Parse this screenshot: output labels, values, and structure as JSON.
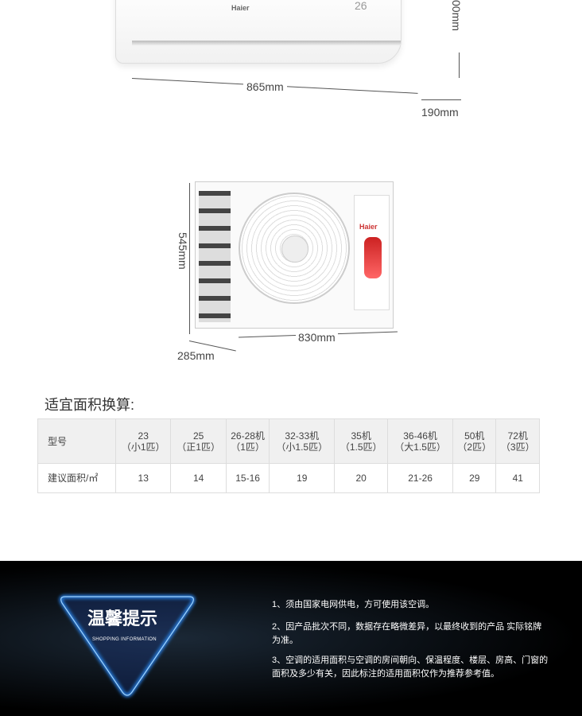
{
  "indoor": {
    "brand": "Haier",
    "display": "26",
    "height_dim": "00mm",
    "width_dim": "865mm",
    "depth_dim": "190mm"
  },
  "outdoor": {
    "brand": "Haier",
    "height_dim": "545mm",
    "width_dim": "830mm",
    "depth_dim": "285mm"
  },
  "area_table": {
    "title": "适宜面积换算:",
    "row_labels": [
      "型号",
      "建议面积/㎡"
    ],
    "columns": [
      {
        "l1": "23",
        "l2": "（小1匹）",
        "area": "13"
      },
      {
        "l1": "25",
        "l2": "（正1匹）",
        "area": "14"
      },
      {
        "l1": "26-28机",
        "l2": "（1匹）",
        "area": "15-16"
      },
      {
        "l1": "32-33机",
        "l2": "（小1.5匹）",
        "area": "19"
      },
      {
        "l1": "35机",
        "l2": "（1.5匹）",
        "area": "20"
      },
      {
        "l1": "36-46机",
        "l2": "（大1.5匹）",
        "area": "21-26"
      },
      {
        "l1": "50机",
        "l2": "（2匹）",
        "area": "29"
      },
      {
        "l1": "72机",
        "l2": "（3匹）",
        "area": "41"
      }
    ]
  },
  "tips": {
    "title": "温馨提示",
    "subtitle": "SHOPPING INFORMATION",
    "items": [
      "1、须由国家电网供电，方可使用该空调。",
      "2、因产品批次不同，数据存在略微差异，以最终收到的产品 实际铭牌为准。",
      "3、空调的适用面积与空调的房间朝向、保温程度、楼层、房高、门窗的面积及多少有关，因此标注的适用面积仅作为推荐参考值。"
    ]
  },
  "colors": {
    "glow": "#2a8cff",
    "dark_bg": "#0a0d12"
  }
}
